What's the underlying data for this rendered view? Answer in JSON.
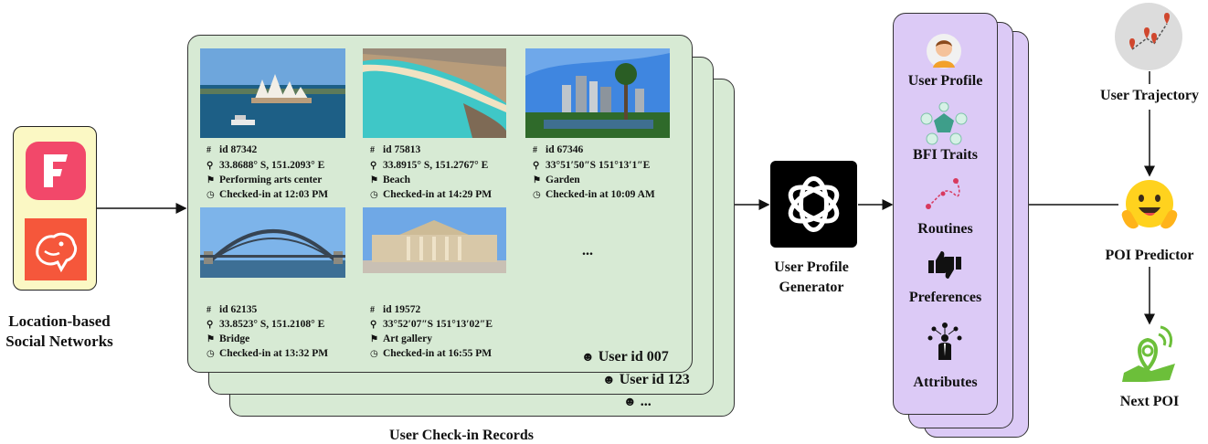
{
  "source": {
    "label_line1": "Location-based",
    "label_line2": "Social Networks",
    "icons": [
      "foursquare-logo",
      "gowalla-logo"
    ]
  },
  "records": {
    "caption": "User Check-in Records",
    "ellipsis": "...",
    "users": [
      "User id 007",
      "User id 123",
      "..."
    ],
    "entries": [
      {
        "id": "id 87342",
        "coords": "33.8688° S, 151.2093° E",
        "category": "Performing arts center",
        "time": "Checked-in at 12:03 PM"
      },
      {
        "id": "id 75813",
        "coords": "33.8915° S, 151.2767° E",
        "category": "Beach",
        "time": "Checked-in at 14:29 PM"
      },
      {
        "id": "id 67346",
        "coords": "33°51′50″S 151°13′1″E",
        "category": "Garden",
        "time": "Checked-in at 10:09 AM"
      },
      {
        "id": "id 62135",
        "coords": "33.8523° S, 151.2108° E",
        "category": "Bridge",
        "time": "Checked-in at 13:32 PM"
      },
      {
        "id": "id 19572",
        "coords": "33°52′07″S 151°13′02″E",
        "category": "Art gallery",
        "time": "Checked-in at 16:55 PM"
      }
    ]
  },
  "generator": {
    "label_line1": "User Profile",
    "label_line2": "Generator",
    "icon": "openai-logo"
  },
  "profile": {
    "items": [
      {
        "label": "User Profile",
        "icon": "user-avatar-icon"
      },
      {
        "label": "BFI Traits",
        "icon": "bfi-traits-icon"
      },
      {
        "label": "Routines",
        "icon": "route-icon"
      },
      {
        "label": "Preferences",
        "icon": "thumbs-icon"
      },
      {
        "label": "Attributes",
        "icon": "attributes-icon"
      }
    ]
  },
  "predictor": {
    "trajectory_label": "User Trajectory",
    "predictor_label": "POI Predictor",
    "next_label": "Next POI",
    "icons": [
      "trajectory-icon",
      "hugging-face-icon",
      "location-pin-icon"
    ]
  },
  "colors": {
    "source_bg": "#fbf8c4",
    "card_bg": "#d7ead4",
    "profile_bg": "#dccaf6",
    "foursquare": "#f2486a",
    "gowalla": "#f5573b"
  }
}
